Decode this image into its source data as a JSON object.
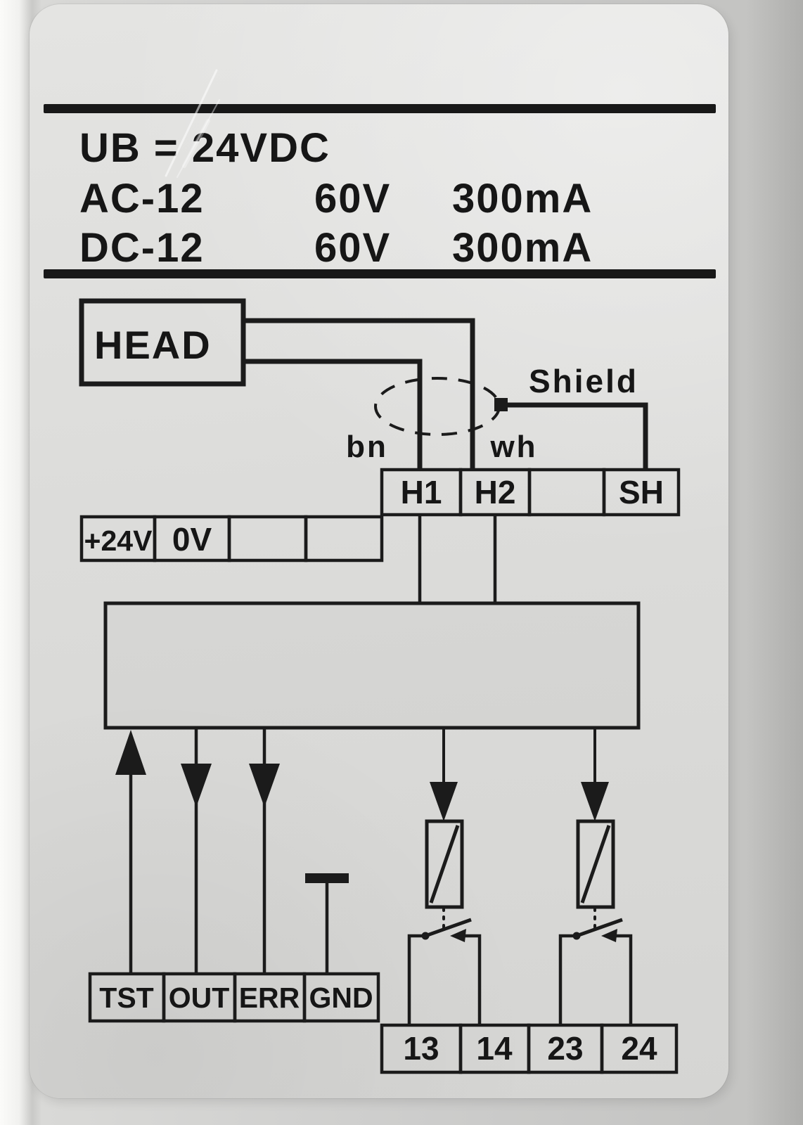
{
  "ratings": {
    "line1": "UB = 24VDC",
    "rows": [
      {
        "name": "AC-12",
        "voltage": "60V",
        "current": "300mA"
      },
      {
        "name": "DC-12",
        "voltage": "60V",
        "current": "300mA"
      }
    ]
  },
  "diagram": {
    "head": "HEAD",
    "shield": "Shield",
    "bn": "bn",
    "wh": "wh",
    "top_terminals": [
      "H1",
      "H2",
      "",
      "SH"
    ],
    "left_terminals": [
      "+24V",
      "0V",
      "",
      ""
    ],
    "signal_terminals": [
      "TST",
      "OUT",
      "ERR",
      "GND"
    ],
    "relay_terminals": [
      "13",
      "14",
      "23",
      "24"
    ]
  },
  "colors": {
    "ink": "#1b1b1b",
    "label_background": "#dcdcda",
    "device_background": "#c9c9c7"
  }
}
